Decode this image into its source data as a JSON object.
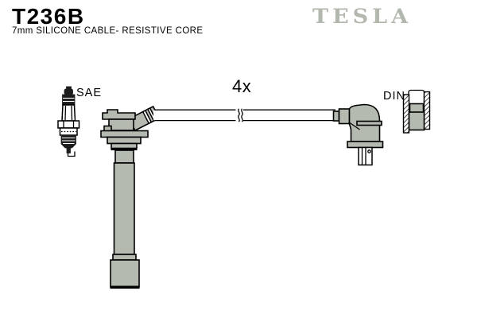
{
  "header": {
    "part_number": "T236B",
    "subtitle": "7mm SILICONE CABLE- RESISTIVE CORE",
    "brand_logo": "TESLA"
  },
  "diagram": {
    "quantity_label": "4x",
    "plug_end_label": "SAE",
    "distributor_end_label": "DIN"
  },
  "colors": {
    "part-fill": "#b5bab1",
    "outline": "#000000",
    "logo-gray": "#b2b8ae",
    "dark-metal": "#1c1c1c",
    "background": "#ffffff"
  }
}
